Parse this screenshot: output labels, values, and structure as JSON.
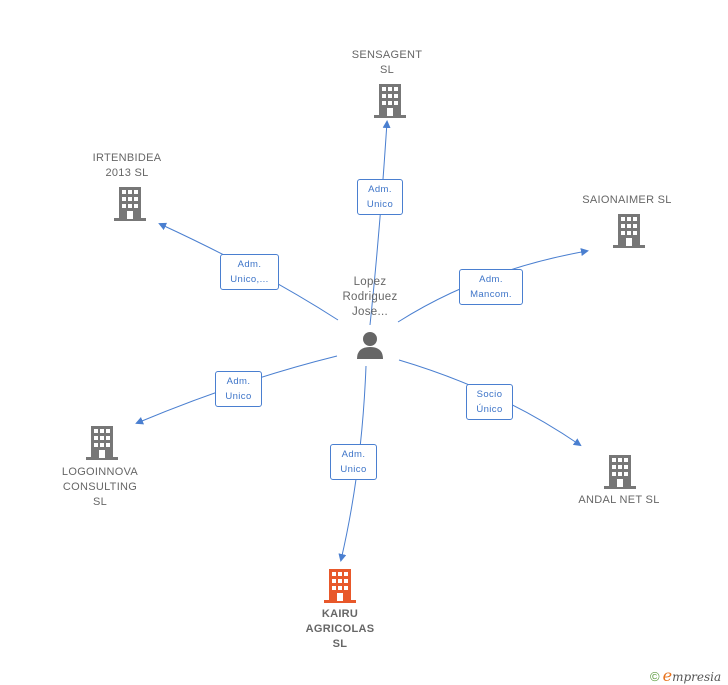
{
  "center_person": {
    "name_lines": [
      "Lopez",
      "Rodriguez",
      "Jose..."
    ],
    "icon": "person-icon"
  },
  "companies": {
    "sensagent": {
      "lines": [
        "SENSAGENT",
        "SL"
      ],
      "icon": "building-icon",
      "color": "#777777"
    },
    "irtenbidea": {
      "lines": [
        "IRTENBIDEA",
        "2013  SL"
      ],
      "icon": "building-icon",
      "color": "#777777"
    },
    "saionaimer": {
      "lines": [
        "SAIONAIMER SL"
      ],
      "icon": "building-icon",
      "color": "#777777"
    },
    "logoinnova": {
      "lines": [
        "LOGOINNOVA",
        "CONSULTING",
        "SL"
      ],
      "icon": "building-icon",
      "color": "#777777"
    },
    "andal": {
      "lines": [
        "ANDAL NET  SL"
      ],
      "icon": "building-icon",
      "color": "#777777"
    },
    "kairu": {
      "lines": [
        "KAIRU",
        "AGRICOLAS",
        "SL"
      ],
      "icon": "building-icon",
      "color": "#e8582a"
    }
  },
  "relations": {
    "sensagent": [
      "Adm.",
      "Unico"
    ],
    "irtenbidea": [
      "Adm.",
      "Unico,..."
    ],
    "saionaimer": [
      "Adm.",
      "Mancom."
    ],
    "logoinnova": [
      "Adm.",
      "Unico"
    ],
    "andal": [
      "Socio",
      "Único"
    ],
    "kairu": [
      "Adm.",
      "Unico"
    ]
  },
  "footer": {
    "copyright": "©",
    "brand_first": "e",
    "brand_rest": "mpresia"
  },
  "colors": {
    "link": "#4a7fd0",
    "icon_gray": "#777777",
    "icon_focus": "#e8582a"
  }
}
